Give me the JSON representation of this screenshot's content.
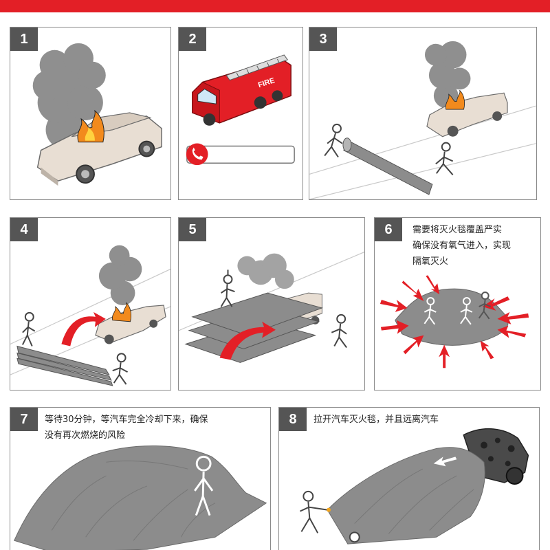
{
  "colors": {
    "accent_red": "#e31f26",
    "badge_gray": "#555555",
    "blanket_gray": "#8c8c8c",
    "smoke_gray": "#999999"
  },
  "steps": [
    {
      "number": "1",
      "caption": ""
    },
    {
      "number": "2",
      "caption": "",
      "icons": [
        "fire-truck-icon",
        "phone-icon"
      ],
      "truck_text": "FIRE"
    },
    {
      "number": "3",
      "caption": ""
    },
    {
      "number": "4",
      "caption": ""
    },
    {
      "number": "5",
      "caption": ""
    },
    {
      "number": "6",
      "caption_lines": [
        "需要将灭火毯覆盖严实",
        "确保没有氧气进入，实现",
        "隔氧灭火"
      ]
    },
    {
      "number": "7",
      "caption_lines": [
        "等待30分钟，等汽车完全冷却下来，确保",
        "没有再次燃烧的风险"
      ]
    },
    {
      "number": "8",
      "caption_lines": [
        "拉开汽车灭火毯，并且远离汽车"
      ]
    }
  ]
}
